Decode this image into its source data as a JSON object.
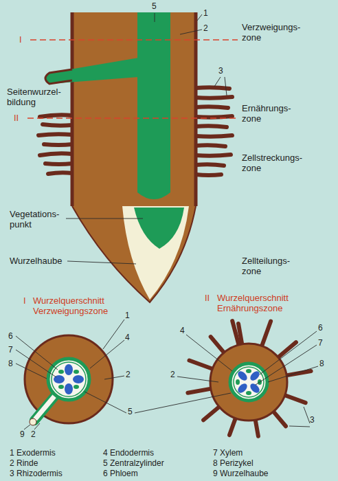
{
  "diagram": {
    "labels": [
      "5",
      "1",
      "2",
      "I",
      "Verzweigungs- zone",
      "Seitenwurzel- bildung",
      "3",
      "II",
      "Ernährungs- zone",
      "Zellstreckungs- zone",
      "Vegetations- punkt",
      "Zellteilungs- zone",
      "Wurzelhaube",
      "I",
      "Wurzelquerschnitt Verzweigungszone",
      "II",
      "Wurzelquerschnitt Ernährungszone",
      "6",
      "7",
      "8",
      "1",
      "4",
      "2",
      "5",
      "9",
      "2",
      "4",
      "6",
      "7",
      "8",
      "2",
      "3",
      "1 Exodermis",
      "2 Rinde",
      "3 Rhizodermis",
      "4 Endodermis",
      "5 Zentralzylinder",
      "6 Phloem",
      "7 Xylem",
      "8 Perizykel",
      "9 Wurzelhaube"
    ]
  }
}
